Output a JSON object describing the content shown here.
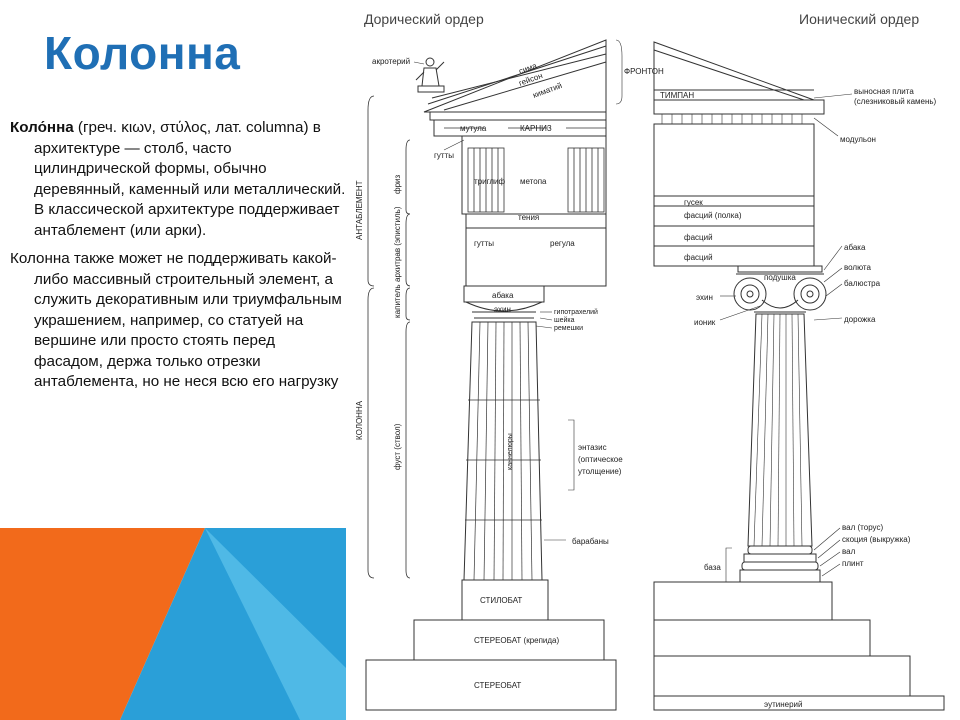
{
  "slide": {
    "title": "Колонна",
    "paragraph1": {
      "term": "Коло́нна",
      "text": " (греч. κιων, στύλος, лат. columna) в архитектуре — столб, часто цилиндрической формы, обычно деревянный, каменный или металлический. В классической архитектуре поддерживает антаблемент (или арки)."
    },
    "paragraph2": "Колонна также может не поддерживать какой-либо массивный строительный элемент, а служить декоративным или триумфальным украшением, например, со статуей на вершине или просто стоять перед фасадом, держа только отрезки антаблемента, но не неся всю его нагрузку"
  },
  "colors": {
    "title": "#1f6fb5",
    "deco_orange": "#f26a1b",
    "deco_blue": "#2a9fd8",
    "deco_light": "#4fb9e6"
  },
  "diagram": {
    "doric_title": "Дорический ордер",
    "ionic_title": "Ионический ордер",
    "left_labels": {
      "akroterij": "акротерий",
      "sima": "сима",
      "geison": "гейсон",
      "kimatij": "киматий",
      "mutula": "мутула",
      "karniz": "КАРНИЗ",
      "gutty_top": "гутты",
      "triglif": "триглиф",
      "metopa": "метопа",
      "teniya": "тения",
      "gutty_bottom": "гутты",
      "regula": "регула",
      "abaka": "абака",
      "ekhin": "эхин",
      "gipotrakheliy": "гипотрахелий",
      "sheyka": "шейка",
      "remeshki": "ремешки",
      "kanneliury": "каннелюры",
      "entazis1": "энтазис",
      "entazis2": "(оптическое",
      "entazis3": "утолщение)",
      "barabany": "барабаны",
      "stilobat": "СТИЛОБАТ",
      "stereobat_krepida": "СТЕРЕОБАТ (крепида)",
      "stereobat": "СТЕРЕОБАТ"
    },
    "vertical_labels": {
      "antablement": "АНТАБЛЕМЕНТ",
      "friz": "фриз",
      "arkhitrav": "архитрав (эпистиль)",
      "kapitel": "капитель",
      "fust": "фуст (ствол)",
      "kolonna": "КОЛОННА"
    },
    "right_labels": {
      "fronton": "ФРОНТОН",
      "timpan": "ТИМПАН",
      "vynosnaya1": "выносная плита",
      "vynosnaya2": "(слезниковый камень)",
      "modulon": "модульон",
      "gusek": "гусек",
      "fastsiy_polka": "фасций (полка)",
      "fastsiy1": "фасций",
      "fastsiy2": "фасций",
      "abaka": "абака",
      "voluta": "волюта",
      "podushka": "подушка",
      "balyustra": "балюстра",
      "ekhin": "эхин",
      "ionik": "ионик",
      "dorozhka": "дорожка",
      "val_torus": "вал (торус)",
      "skotsiya": "скоция (выкружка)",
      "val": "вал",
      "plint": "плинт",
      "baza": "база",
      "eutineriy": "эутинерий"
    }
  }
}
